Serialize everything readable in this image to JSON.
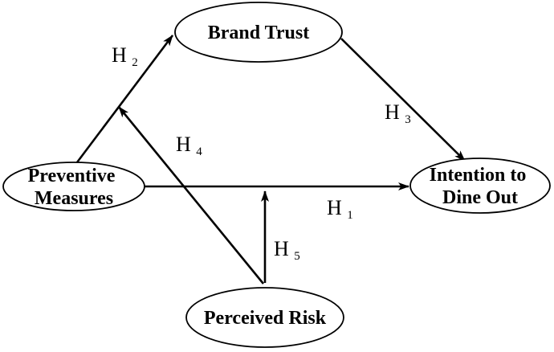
{
  "palette": {
    "background": "#ffffff",
    "node_fill": "#ffffff",
    "line_color": "#000000",
    "text_color": "#000000"
  },
  "nodes": {
    "brand_trust": {
      "lines": [
        "Brand Trust"
      ]
    },
    "preventive_measures": {
      "lines": [
        "Preventive",
        "Measures"
      ]
    },
    "intention_to_dine_out": {
      "lines": [
        "Intention to",
        "Dine Out"
      ]
    },
    "perceived_risk": {
      "lines": [
        "Perceived Risk"
      ]
    }
  },
  "edges": [
    {
      "id": "h1",
      "label_base": "H",
      "label_sub": "1",
      "from": "preventive_measures",
      "to": "intention_to_dine_out",
      "type": "direct"
    },
    {
      "id": "h2",
      "label_base": "H",
      "label_sub": "2",
      "from": "preventive_measures",
      "to": "brand_trust",
      "type": "direct"
    },
    {
      "id": "h3",
      "label_base": "H",
      "label_sub": "3",
      "from": "brand_trust",
      "to": "intention_to_dine_out",
      "type": "direct"
    },
    {
      "id": "h4",
      "label_base": "H",
      "label_sub": "4",
      "from": "perceived_risk",
      "to": "path_h2",
      "type": "moderation"
    },
    {
      "id": "h5",
      "label_base": "H",
      "label_sub": "5",
      "from": "perceived_risk",
      "to": "path_h1",
      "type": "moderation"
    }
  ]
}
